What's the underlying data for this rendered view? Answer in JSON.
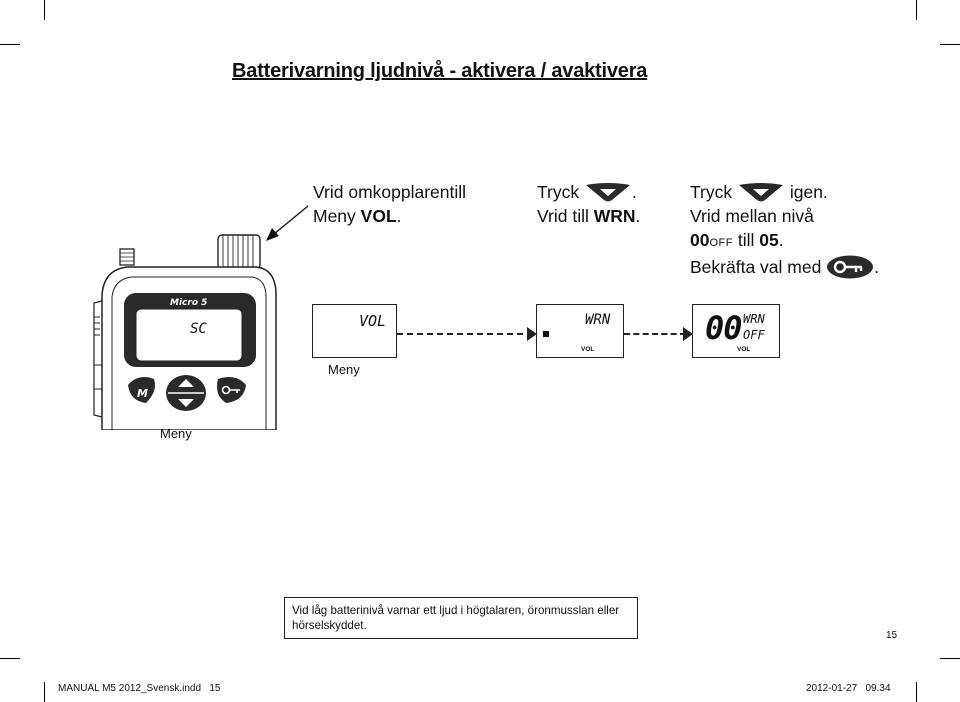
{
  "page": {
    "title": "Batterivarning ljudnivå - aktivera / avaktivera",
    "page_number": "15"
  },
  "steps": {
    "step1": {
      "line1": "Vrid omkopplarentill",
      "line2_prefix": "Meny ",
      "line2_bold": "VOL",
      "line2_suffix": "."
    },
    "step2": {
      "line1_prefix": "Tryck ",
      "line1_suffix": ".",
      "line2_prefix": "Vrid till ",
      "line2_bold": "WRN",
      "line2_suffix": "."
    },
    "step3": {
      "line1_prefix": "Tryck ",
      "line1_suffix": " igen.",
      "line2": "Vrid mellan nivå",
      "line3_bold1": "00",
      "line3_small": "OFF",
      "line3_mid": " till ",
      "line3_bold2": "05",
      "line3_suffix": ".",
      "line4_prefix": "Bekräfta val med ",
      "line4_suffix": "."
    }
  },
  "device": {
    "brand_label": "Micro 5",
    "lcd_text": "SC",
    "button_m": "M"
  },
  "displays": {
    "d1": {
      "main": "VOL"
    },
    "d2": {
      "main": "WRN",
      "sub": "VOL"
    },
    "d3": {
      "big": "00",
      "top": "WRN",
      "bottom": "OFF",
      "sub": "VOL"
    }
  },
  "labels": {
    "meny_under_display": "Meny",
    "meny_under_device": "Meny"
  },
  "note": {
    "text": "Vid låg batterinivå varnar ett ljud i högtalaren, öronmusslan eller hörselskyddet."
  },
  "footer": {
    "left": "MANUAL M5 2012_Svensk.indd   15",
    "right": "2012-01-27   09.34"
  },
  "icons": [
    "down-arrow-button-icon",
    "key-button-icon",
    "pointer-arrow-icon",
    "radio-device-icon"
  ]
}
